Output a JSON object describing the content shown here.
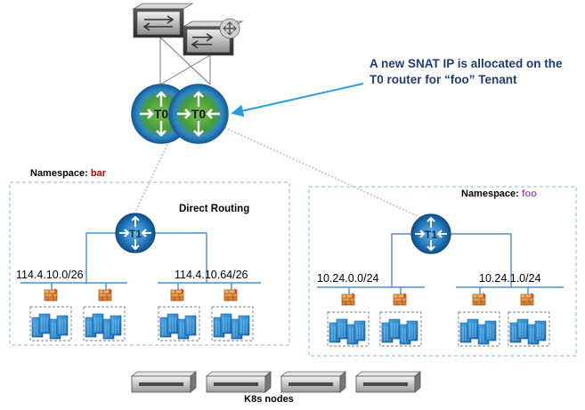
{
  "callout": {
    "line1": "A new SNAT IP is allocated on the",
    "line2": "T0 router for “foo” Tenant"
  },
  "t0_routers": {
    "label": "T0"
  },
  "namespace_bar": {
    "prefix": "Namespace:",
    "name": "bar",
    "name_color": "#c00000",
    "routing_label": "Direct Routing",
    "t1_label": "T1",
    "subnets": [
      "114.4.10.0/26",
      "114.4.10.64/26"
    ]
  },
  "namespace_foo": {
    "prefix": "Namespace:",
    "name": "foo",
    "name_color": "#a05ab4",
    "t1_label": "T1",
    "subnets": [
      "10.24.0.0/24",
      "10.24.1.0/24"
    ]
  },
  "k8s_nodes": {
    "label": "K8s nodes",
    "count": 4
  },
  "colors": {
    "router_green": "#5aa63a",
    "router_blue": "#1e7fbf",
    "arrow_blue": "#2e9be0",
    "line_blue": "#4a8fd6",
    "box_dash": "#8ab4e0"
  },
  "icons": {
    "physical_switch": "switch-icon",
    "physical_router": "router-icon",
    "t0_router": "t0-router-icon",
    "t1_router": "t1-router-icon",
    "firewall": "firewall-icon",
    "pod_group": "pod-group-icon",
    "server": "server-icon"
  }
}
